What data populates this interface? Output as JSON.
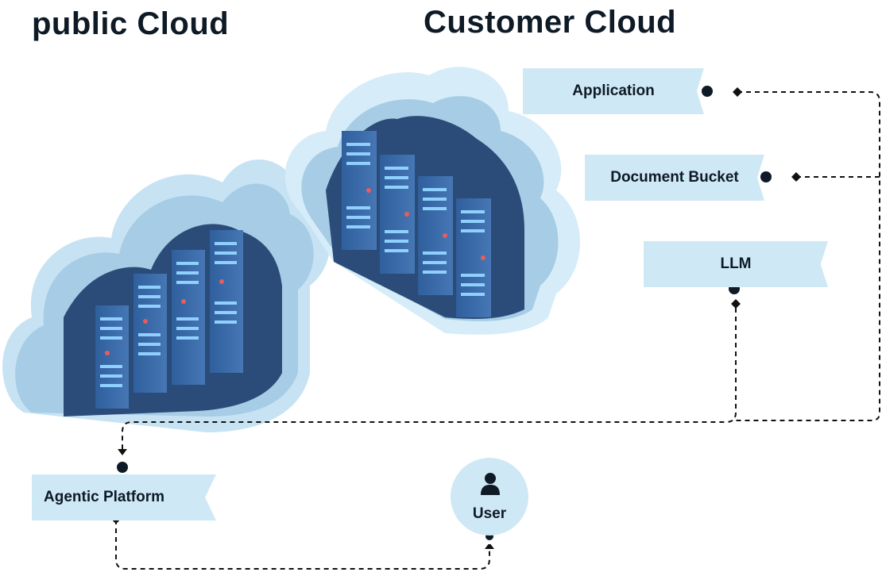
{
  "headings": {
    "public_cloud": "public Cloud",
    "customer_cloud": "Customer Cloud"
  },
  "nodes": {
    "application": "Application",
    "document_bucket": "Document Bucket",
    "llm": "LLM",
    "agentic_platform": "Agentic Platform",
    "user": "User"
  },
  "icons": {
    "user": "user-icon",
    "server_clouds": "server-cloud-icon"
  },
  "colors": {
    "heading_text": "#0e1a26",
    "tag_fill": "#cfe8f5",
    "connector": "#111111",
    "cloud_light": "#d6ecf8",
    "cloud_mid": "#a9cfe6",
    "cloud_dark": "#2d4f7c",
    "server": "#3a6aa8",
    "server_led": "#8fd0ff"
  }
}
